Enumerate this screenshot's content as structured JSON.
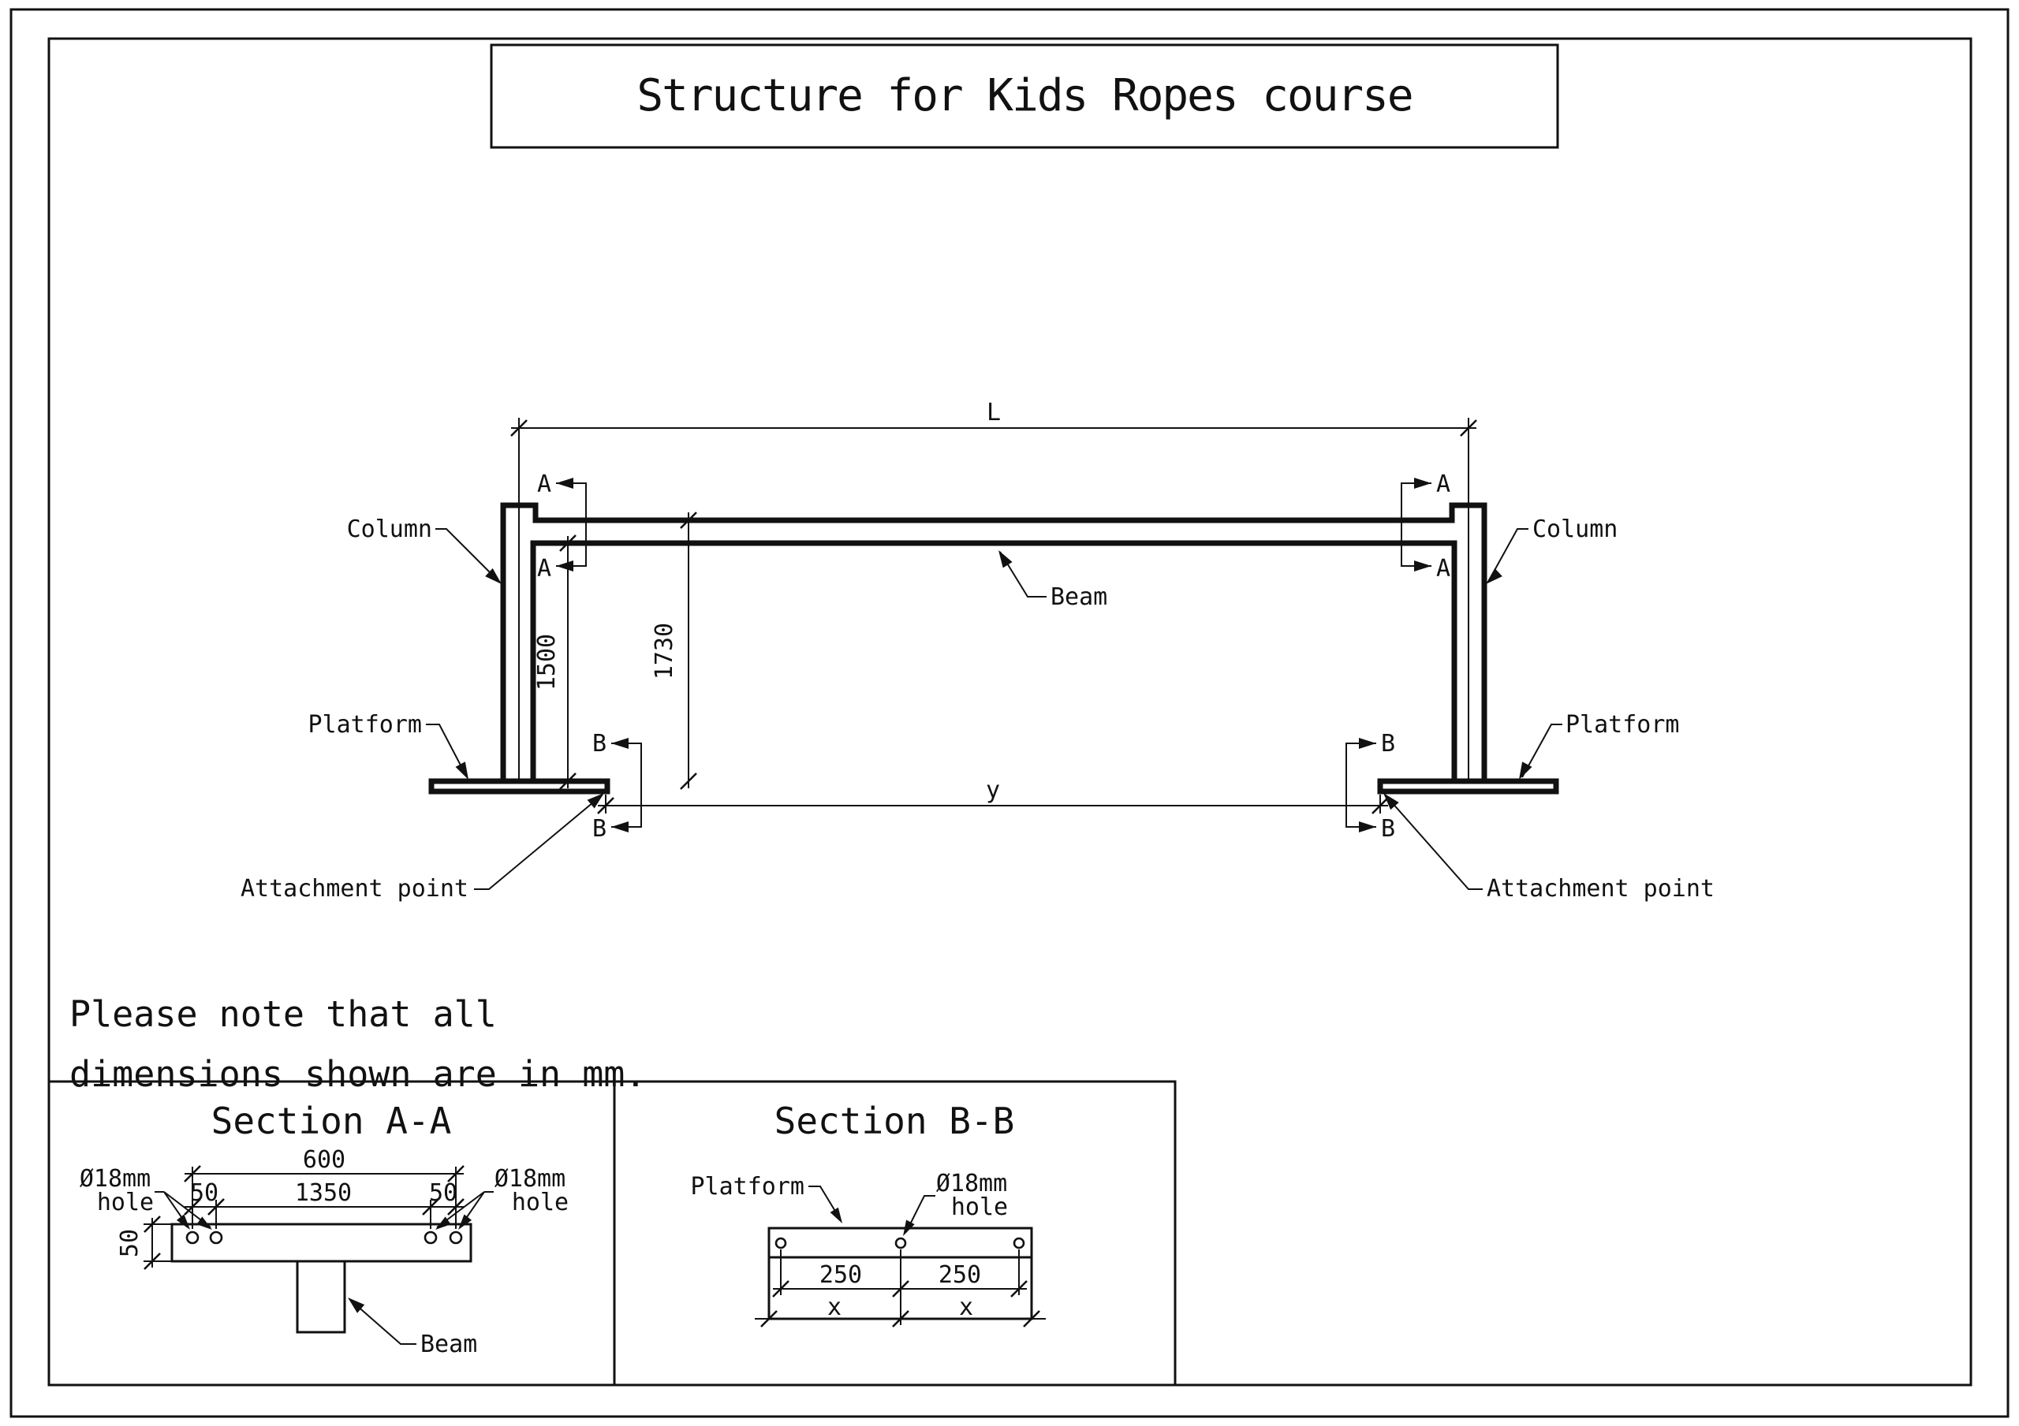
{
  "title": "Structure for Kids Ropes course",
  "note": {
    "line1": "Please note that all",
    "line2": "dimensions shown are in mm."
  },
  "drawing": {
    "labels": {
      "column": "Column",
      "platform": "Platform",
      "beam": "Beam",
      "attachment_point": "Attachment point"
    },
    "section_markers": {
      "a": "A",
      "b": "B"
    },
    "dimensions": {
      "span": "L",
      "height_inner": "1500",
      "height_outer": "1730",
      "attachment_span": "y"
    }
  },
  "sections": {
    "a": {
      "title": "Section A-A",
      "dim_top": "600",
      "dim_inner": "1350",
      "dim_edge_left": "50",
      "dim_edge_right": "50",
      "dim_plate_thickness": "50",
      "hole_label_line1": "Ø18mm",
      "hole_label_line2": "hole",
      "beam_label": "Beam"
    },
    "b": {
      "title": "Section B-B",
      "platform_label": "Platform",
      "hole_label_line1": "Ø18mm",
      "hole_label_line2": "hole",
      "dim_left": "250",
      "dim_right": "250",
      "dim_x_left": "x",
      "dim_x_right": "x"
    }
  },
  "colors": {
    "ink": "#111111",
    "paper": "#ffffff"
  }
}
